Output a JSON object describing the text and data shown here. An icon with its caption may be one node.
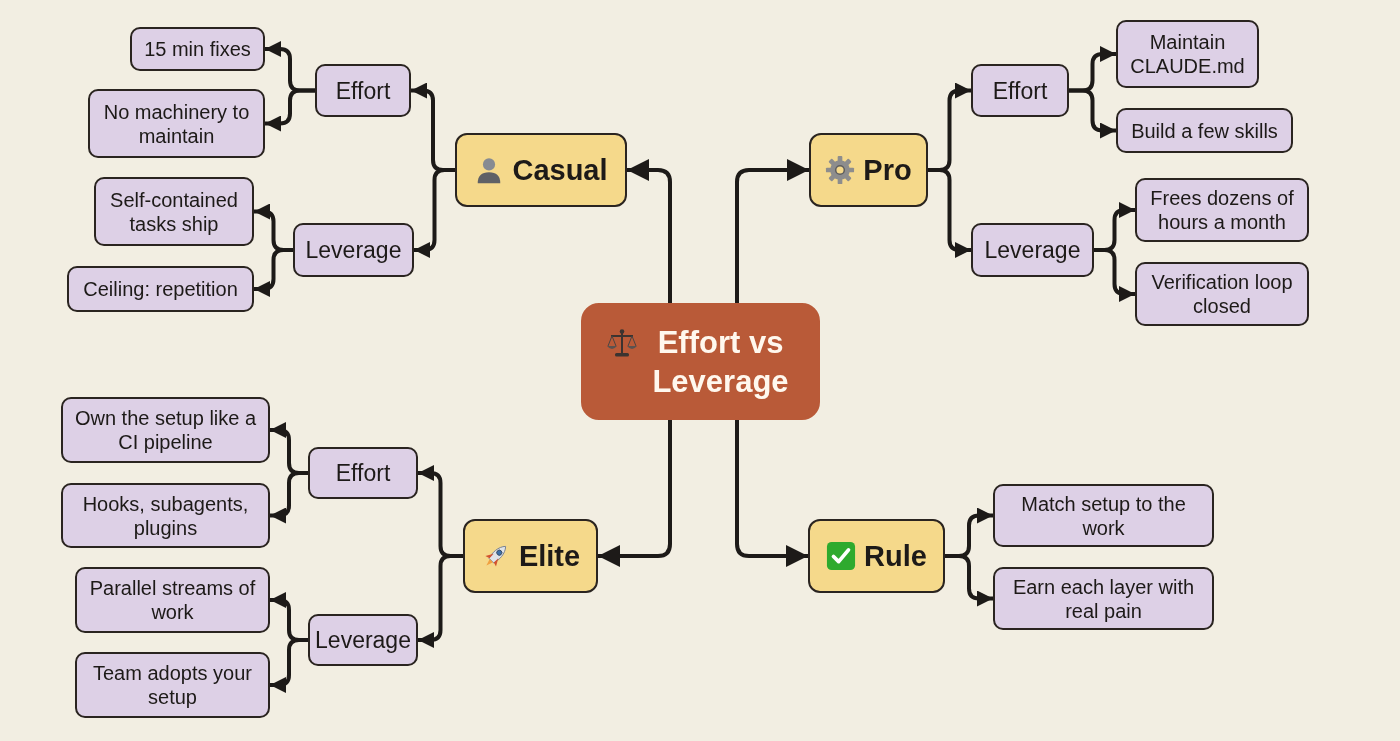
{
  "diagram": {
    "nodes": [
      {
        "text": [
          "Effort vs Leverage"
        ]
      },
      {
        "text": [
          "Casual"
        ]
      },
      {
        "text": [
          "Effort"
        ]
      },
      {
        "text": [
          "15 min fixes"
        ]
      },
      {
        "text": [
          "No machinery to maintain"
        ]
      },
      {
        "text": [
          "Leverage"
        ]
      },
      {
        "text": [
          "Self-contained tasks ship"
        ]
      },
      {
        "text": [
          "Ceiling: repetition"
        ]
      },
      {
        "text": [
          "Pro"
        ]
      },
      {
        "text": [
          "Effort"
        ]
      },
      {
        "text": [
          "Maintain CLAUDE.md"
        ]
      },
      {
        "text": [
          "Build a few skills"
        ]
      },
      {
        "text": [
          "Leverage"
        ]
      },
      {
        "text": [
          "Frees dozens of hours a month"
        ]
      },
      {
        "text": [
          "Verification loop closed"
        ]
      },
      {
        "text": [
          "Elite"
        ]
      },
      {
        "text": [
          "Effort"
        ]
      },
      {
        "text": [
          "Own the setup like a CI pipeline"
        ]
      },
      {
        "text": [
          "Hooks, subagents, plugins"
        ]
      },
      {
        "text": [
          "Leverage"
        ]
      },
      {
        "text": [
          "Parallel streams of work"
        ]
      },
      {
        "text": [
          "Team adopts your setup"
        ]
      },
      {
        "text": [
          "Rule"
        ]
      },
      {
        "text": [
          "Match setup to the work"
        ]
      },
      {
        "text": [
          "Earn each layer with real pain"
        ]
      }
    ],
    "edges": [
      {
        "from": 0,
        "to": 1,
        "arrow": "to"
      },
      {
        "from": 1,
        "to": 2,
        "arrow": "to"
      },
      {
        "from": 2,
        "to": 3,
        "arrow": "to"
      },
      {
        "from": 2,
        "to": 4,
        "arrow": "to"
      },
      {
        "from": 1,
        "to": 5,
        "arrow": "to"
      },
      {
        "from": 5,
        "to": 6,
        "arrow": "to"
      },
      {
        "from": 5,
        "to": 7,
        "arrow": "to"
      },
      {
        "from": 0,
        "to": 8,
        "arrow": "to"
      },
      {
        "from": 8,
        "to": 9,
        "arrow": "to"
      },
      {
        "from": 9,
        "to": 10,
        "arrow": "to"
      },
      {
        "from": 9,
        "to": 11,
        "arrow": "to"
      },
      {
        "from": 8,
        "to": 12,
        "arrow": "to"
      },
      {
        "from": 12,
        "to": 13,
        "arrow": "to"
      },
      {
        "from": 12,
        "to": 14,
        "arrow": "to"
      },
      {
        "from": 0,
        "to": 15,
        "arrow": "to"
      },
      {
        "from": 15,
        "to": 16,
        "arrow": "to"
      },
      {
        "from": 16,
        "to": 17,
        "arrow": "to"
      },
      {
        "from": 16,
        "to": 18,
        "arrow": "to"
      },
      {
        "from": 15,
        "to": 19,
        "arrow": "to"
      },
      {
        "from": 19,
        "to": 20,
        "arrow": "to"
      },
      {
        "from": 19,
        "to": 21,
        "arrow": "to"
      },
      {
        "from": 0,
        "to": 22,
        "arrow": "to"
      },
      {
        "from": 22,
        "to": 23,
        "arrow": "to"
      },
      {
        "from": 22,
        "to": 24,
        "arrow": "to"
      }
    ]
  }
}
